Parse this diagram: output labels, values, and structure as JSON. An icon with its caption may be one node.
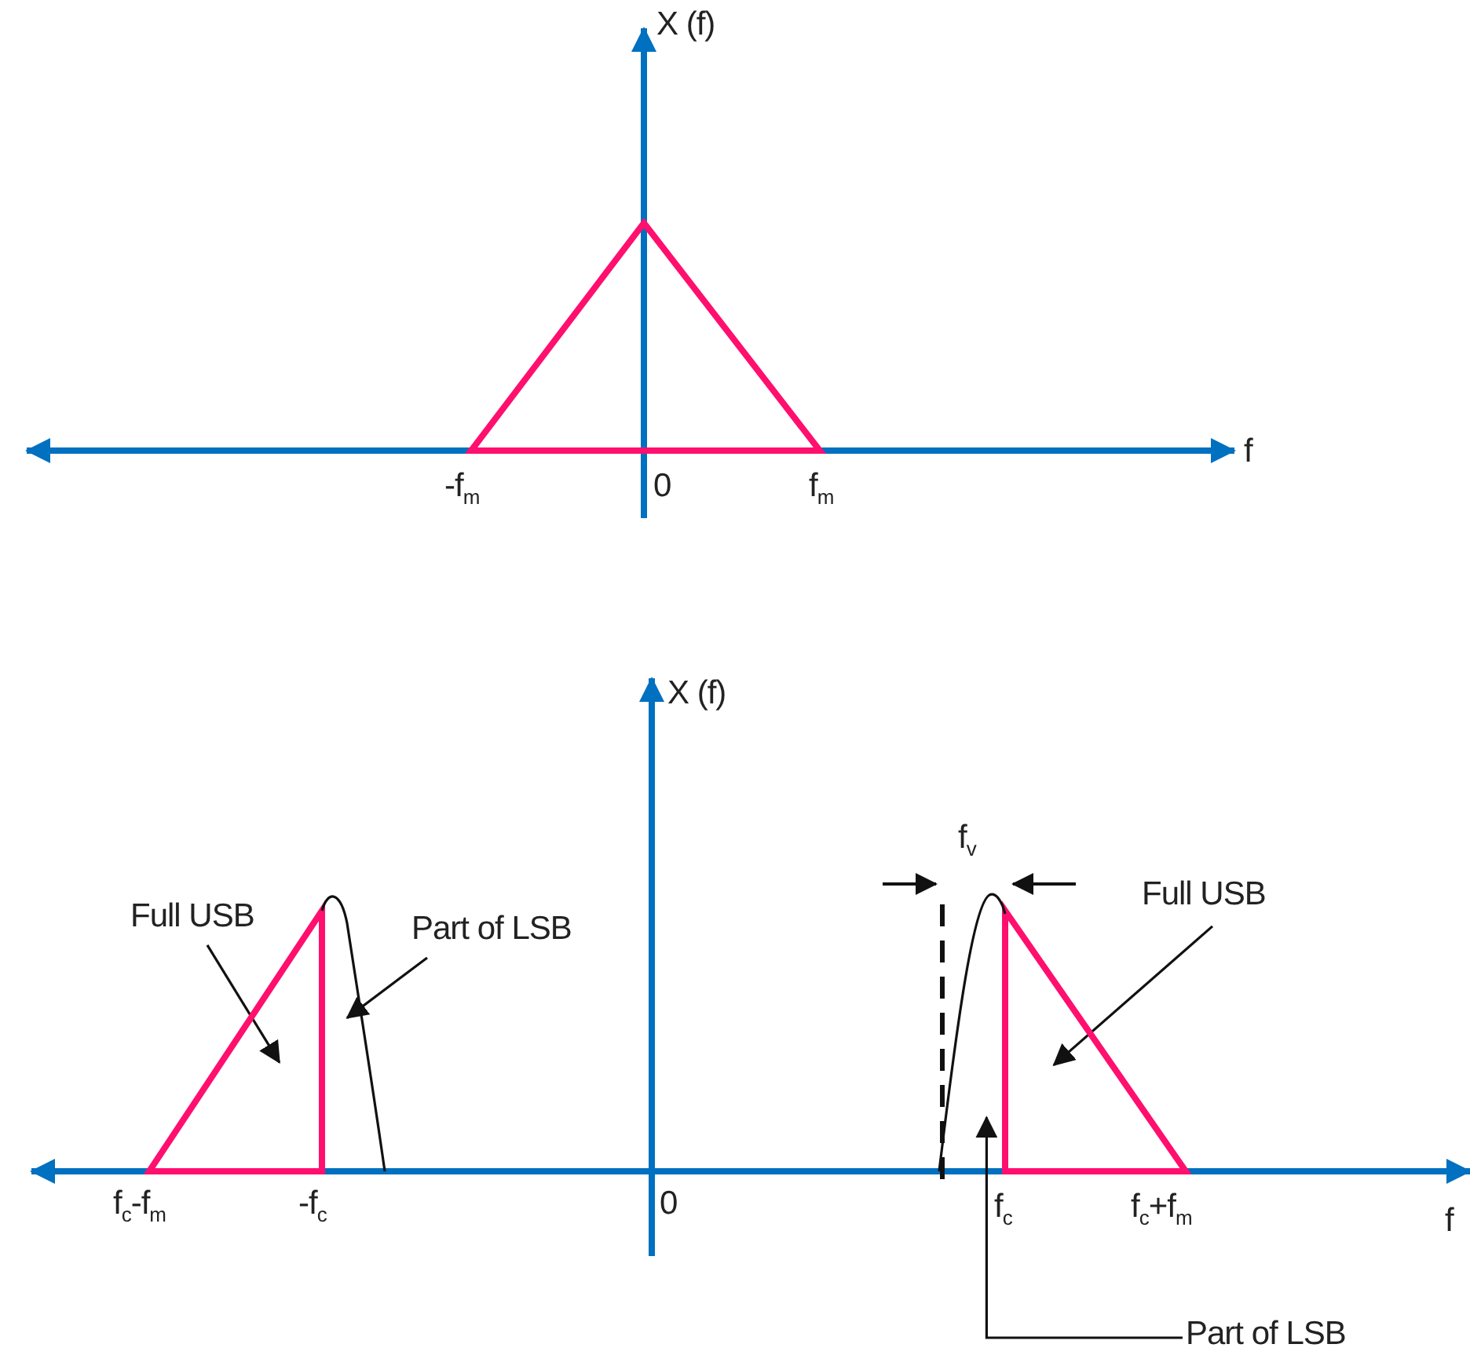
{
  "diagram": {
    "nodes": [
      {
        "text": [],
        "shape": "triangle"
      },
      {
        "text": [
          "Full USB"
        ]
      },
      {
        "text": [],
        "shape": "triangle"
      },
      {
        "text": [
          "Part of LSB"
        ]
      },
      {
        "text": [],
        "shape": "curve"
      },
      {
        "text": [
          "Full USB"
        ]
      },
      {
        "text": [],
        "shape": "triangle"
      },
      {
        "text": [
          "Part of LSB"
        ]
      },
      {
        "text": [],
        "shape": "curve"
      }
    ],
    "edges": [
      {
        "from": 1,
        "to": 2,
        "arrow": "to"
      },
      {
        "from": 3,
        "to": 4,
        "arrow": "to"
      },
      {
        "from": 5,
        "to": 6,
        "arrow": "to"
      },
      {
        "from": 7,
        "to": 8,
        "arrow": "to"
      }
    ],
    "labels": [
      "X (f)",
      "f",
      "-f$_{m}$",
      "0",
      "f$_{m}$",
      "X (f)",
      "f$_{v}$",
      "f$_{c}$-f$_{m}$",
      "-f$_{c}$",
      "0",
      "f$_{c}$",
      "f$_{c}$+f$_{m}$",
      "f"
    ]
  }
}
